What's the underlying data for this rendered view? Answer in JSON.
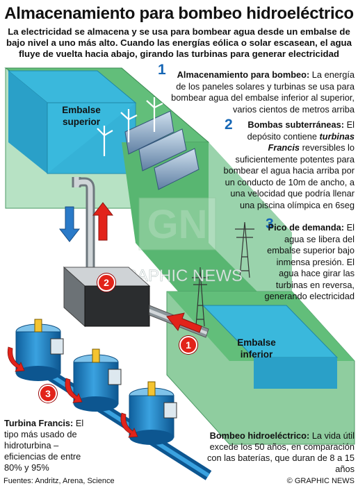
{
  "title": "Almacenamiento para bombeo hidroeléctrico",
  "subtitle": "La electricidad se almacena y se usa para bombear agua desde un embalse de bajo nivel a uno más alto. Cuando las energías eólica o solar escasean, el agua fluye de vuelta hacia abajo, girando las turbinas para generar electricidad",
  "labels": {
    "upper_reservoir": "Embalse superior",
    "lower_reservoir": "Embalse inferior",
    "watermark": "GN",
    "watermark_text": "GRAPHIC NEWS"
  },
  "steps": [
    {
      "number": "1",
      "heading": "Almacenamiento para bombeo:",
      "text": "La energía de los paneles solares y turbinas se usa para bombear agua del embalse inferior al superior, varios cientos de metros arriba"
    },
    {
      "number": "2",
      "heading": "Bombas subterráneas:",
      "text_before": "El depósito contiene ",
      "emphasis": "turbinas Francis",
      "text_after": " reversibles lo suficientemente potentes para bombear el agua hacia arriba por un conducto de 10m de ancho, a una velocidad que podría llenar una piscina olímpica en 6seg"
    },
    {
      "number": "3",
      "heading": "Pico de demanda:",
      "text": "El agua se libera del embalse superior bajo inmensa presión. El agua hace girar las turbinas en reversa, generando electricidad"
    }
  ],
  "badges": [
    "1",
    "2",
    "3"
  ],
  "turbine_note": {
    "heading": "Turbina Francis:",
    "text": "El tipo más usado de hidroturbina – eficiencias de entre 80% y 95%"
  },
  "pumped_note": {
    "heading": "Bombeo hidroeléctrico:",
    "text": "La vida útil excede los 50 años, en comparación con las baterías, que duran de 8 a 15 años"
  },
  "footer": {
    "sources": "Fuentes: Andritz, Arena, Science",
    "copyright": "© GRAPHIC NEWS"
  },
  "colors": {
    "water": "#39b9dd",
    "grass": "#63c07b",
    "land_side": "#b7e2c4",
    "pipe": "#9aa3a8",
    "arrow_red": "#e2231a",
    "arrow_blue": "#2a7ac8",
    "motor": "#1e86c9"
  }
}
